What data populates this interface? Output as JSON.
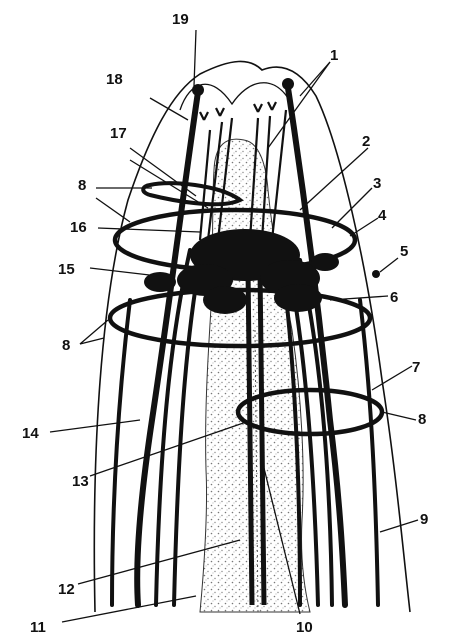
{
  "diagram": {
    "colors": {
      "ink": "#111111",
      "background": "#ffffff",
      "stipple": "#777777"
    },
    "labels": [
      "1",
      "2",
      "3",
      "4",
      "5",
      "6",
      "7",
      "8",
      "9",
      "10",
      "11",
      "12",
      "13",
      "14",
      "15",
      "16",
      "17",
      "18",
      "19"
    ]
  }
}
